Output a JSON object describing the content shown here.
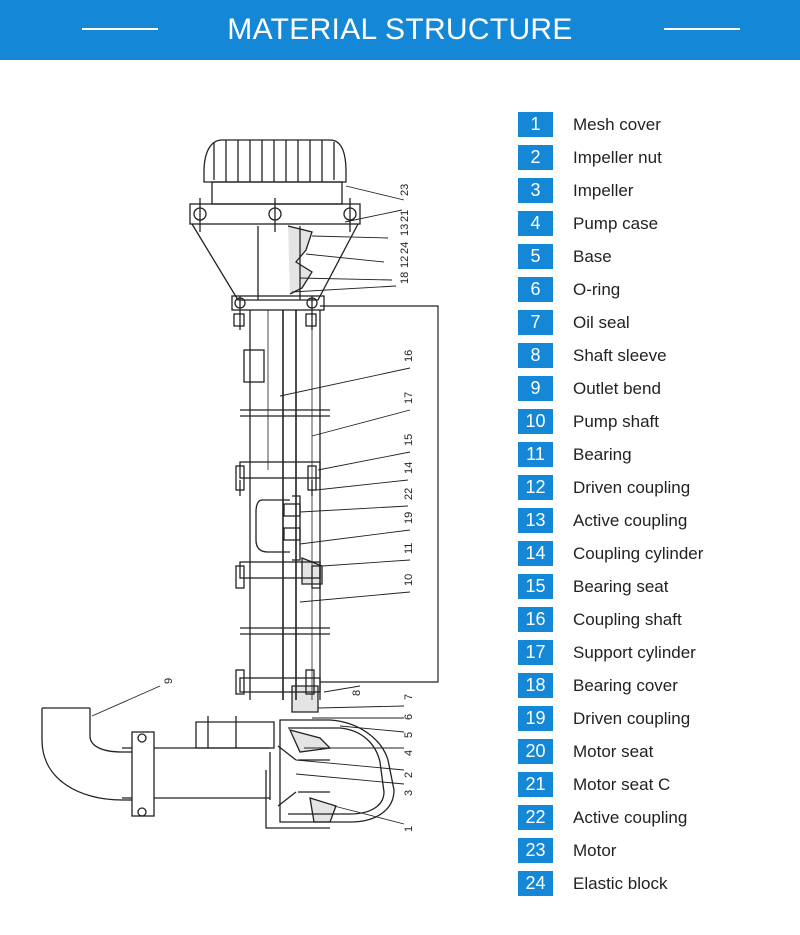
{
  "header": {
    "title": "MATERIAL STRUCTURE"
  },
  "colors": {
    "accent": "#1488d6",
    "line": "#222222"
  },
  "parts": [
    {
      "num": "1",
      "label": "Mesh cover"
    },
    {
      "num": "2",
      "label": "Impeller nut"
    },
    {
      "num": "3",
      "label": "Impeller"
    },
    {
      "num": "4",
      "label": "Pump case"
    },
    {
      "num": "5",
      "label": "Base"
    },
    {
      "num": "6",
      "label": "O-ring"
    },
    {
      "num": "7",
      "label": "Oil seal"
    },
    {
      "num": "8",
      "label": "Shaft sleeve"
    },
    {
      "num": "9",
      "label": "Outlet bend"
    },
    {
      "num": "10",
      "label": "Pump shaft"
    },
    {
      "num": "11",
      "label": "Bearing"
    },
    {
      "num": "12",
      "label": "Driven coupling"
    },
    {
      "num": "13",
      "label": "Active coupling"
    },
    {
      "num": "14",
      "label": "Coupling cylinder"
    },
    {
      "num": "15",
      "label": "Bearing seat"
    },
    {
      "num": "16",
      "label": "Coupling shaft"
    },
    {
      "num": "17",
      "label": "Support cylinder"
    },
    {
      "num": "18",
      "label": "Bearing cover"
    },
    {
      "num": "19",
      "label": "Driven coupling"
    },
    {
      "num": "20",
      "label": "Motor seat"
    },
    {
      "num": "21",
      "label": "Motor seat C"
    },
    {
      "num": "22",
      "label": "Active coupling"
    },
    {
      "num": "23",
      "label": "Motor"
    },
    {
      "num": "24",
      "label": "Elastic block"
    }
  ],
  "drawing_callouts": {
    "top": [
      "23",
      "21",
      "13",
      "24",
      "12",
      "18"
    ],
    "shaft": [
      "16",
      "17",
      "15",
      "14",
      "22",
      "19",
      "11",
      "10"
    ],
    "bottom": [
      "8",
      "7",
      "6",
      "5",
      "4",
      "2",
      "3",
      "1"
    ],
    "outlet": "9"
  }
}
